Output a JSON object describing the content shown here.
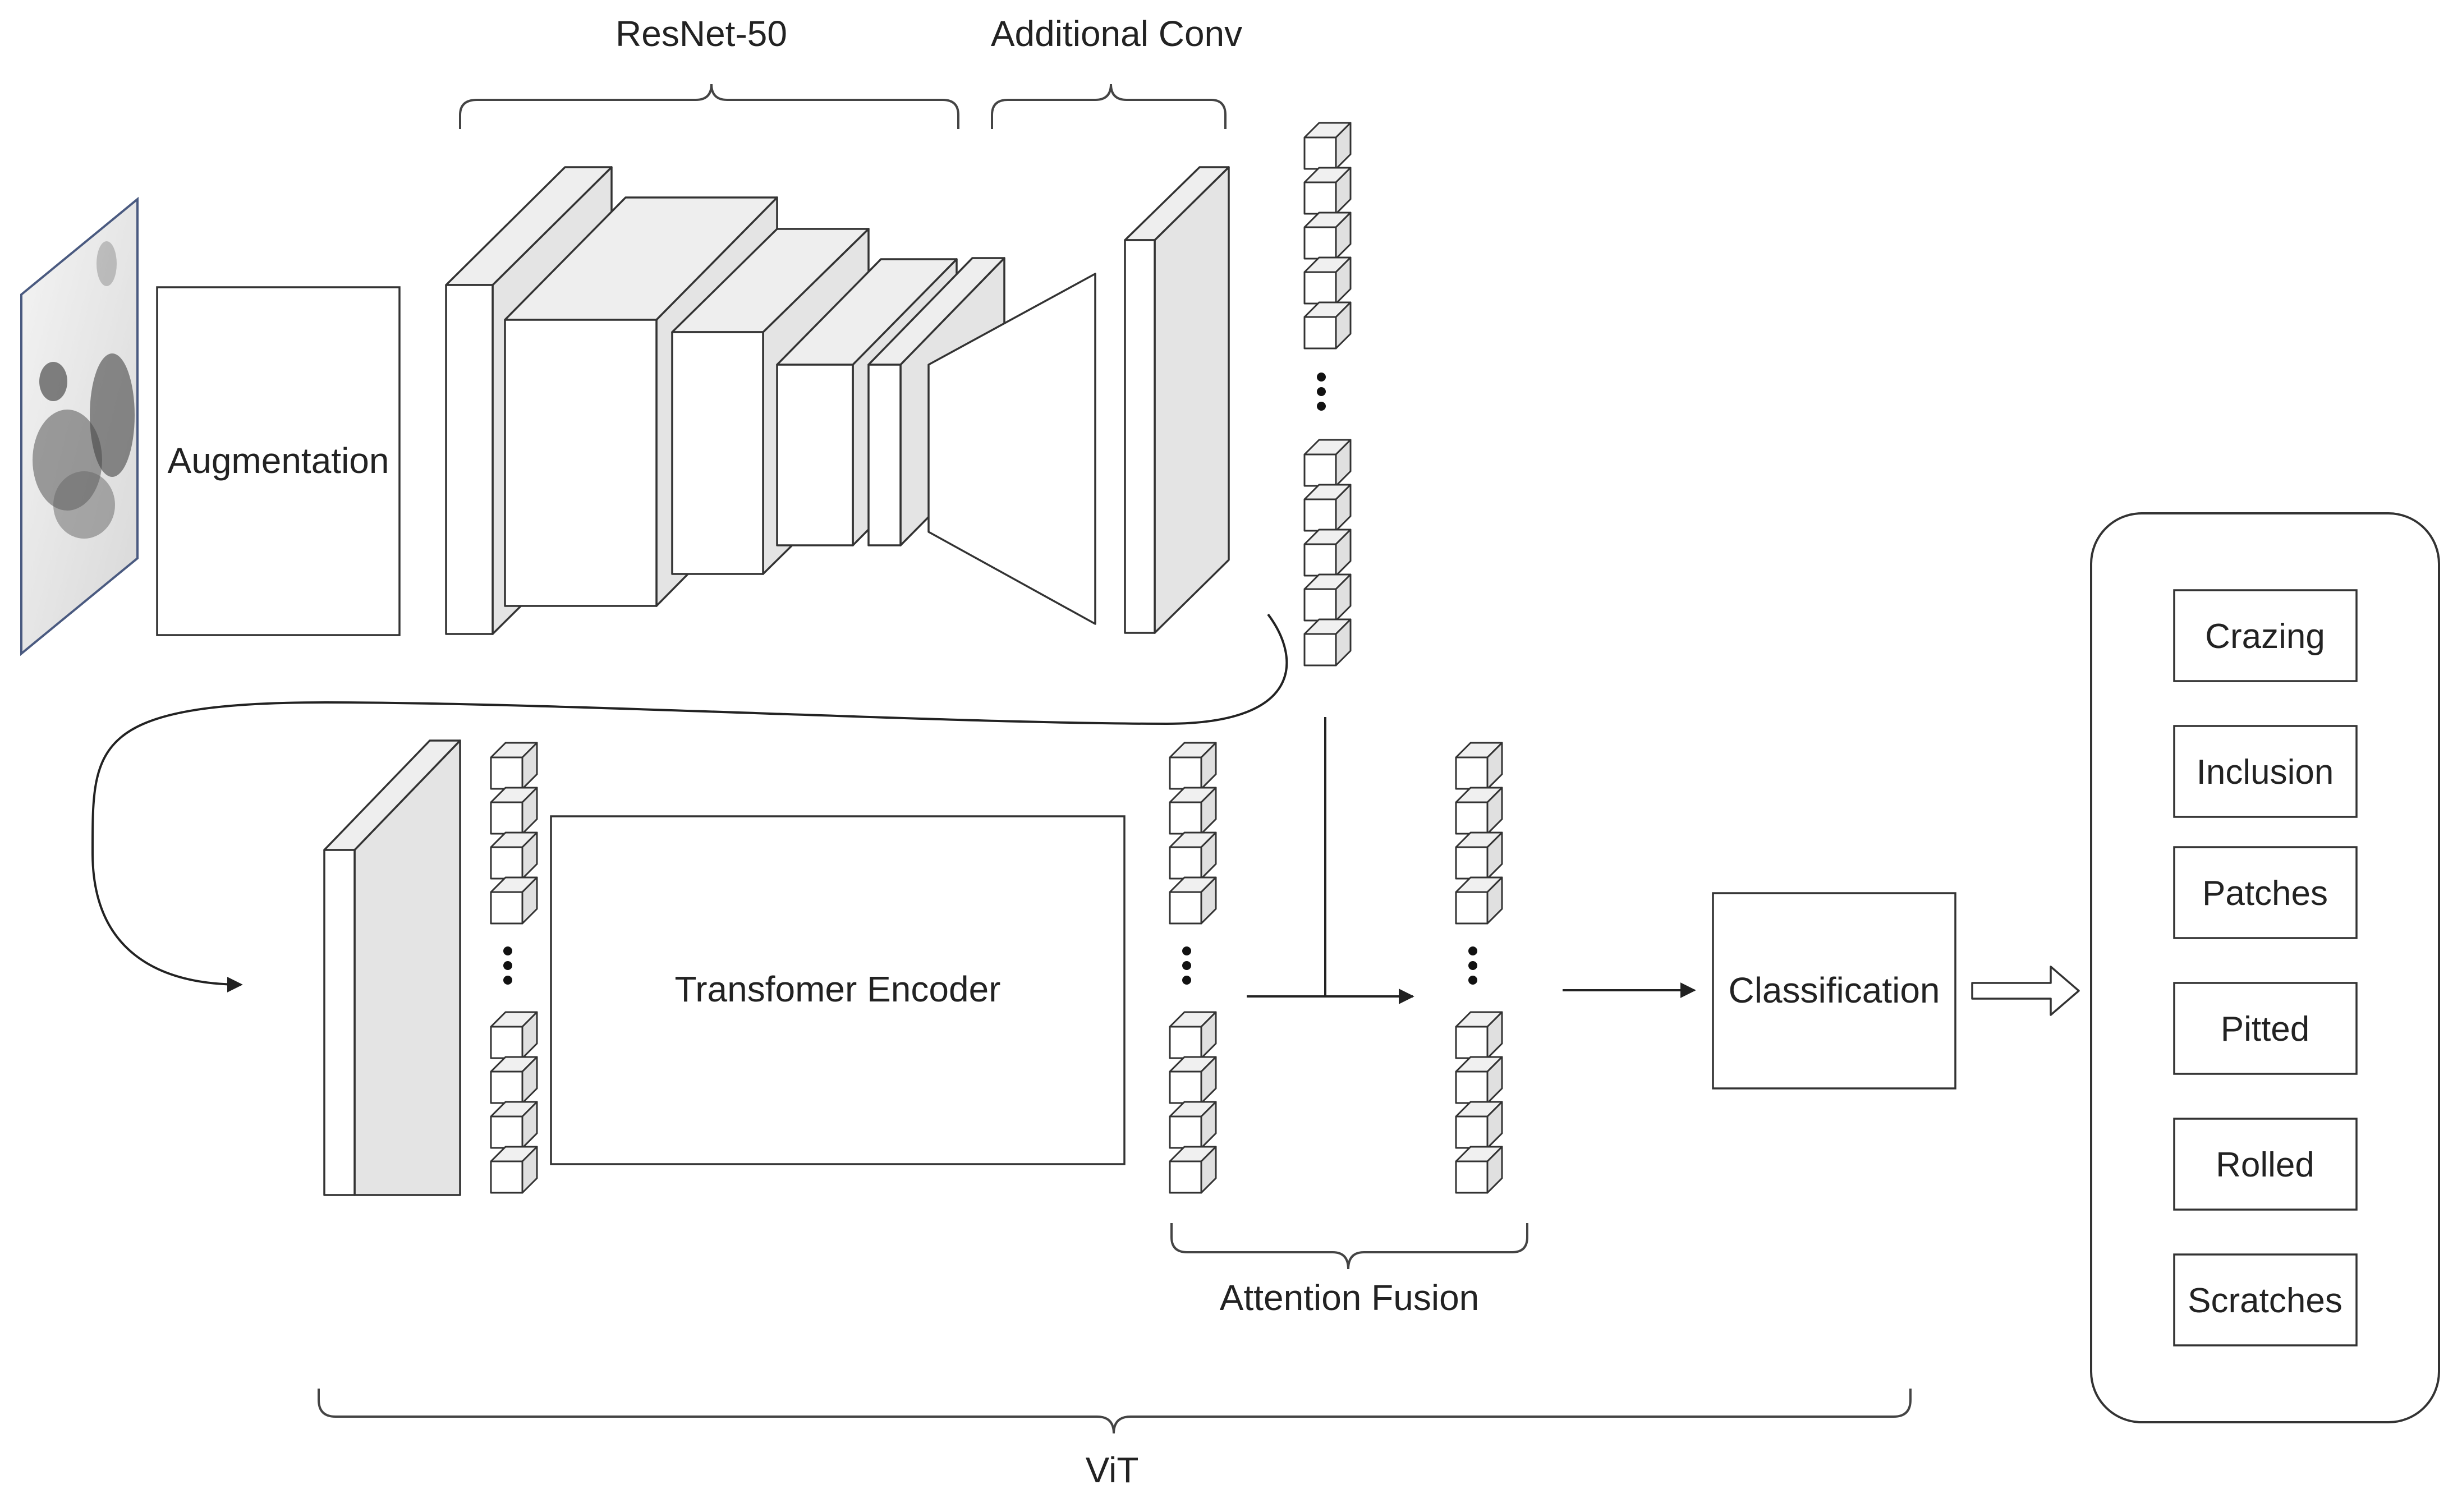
{
  "labels": {
    "resnet": "ResNet-50",
    "additional_conv": "Additional Conv",
    "augmentation": "Augmentation",
    "transformer_encoder": "Transfomer Encoder",
    "attention_fusion": "Attention Fusion",
    "classification": "Classification",
    "vit": "ViT"
  },
  "classes": [
    "Crazing",
    "Inclusion",
    "Patches",
    "Pitted",
    "Rolled",
    "Scratches"
  ]
}
